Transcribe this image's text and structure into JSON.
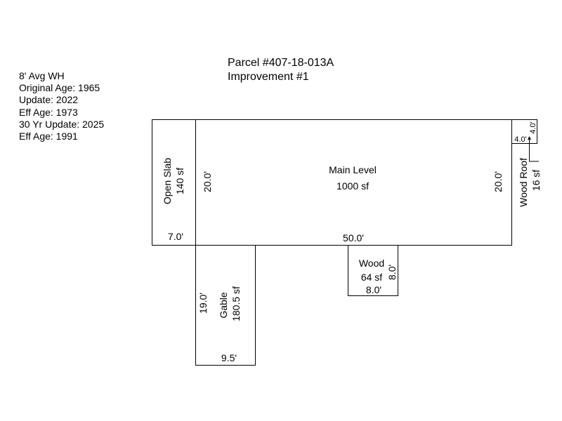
{
  "header": {
    "parcel": "Parcel #407-18-013A",
    "improvement": "Improvement #1"
  },
  "info_lines": [
    "8' Avg WH",
    "Original Age: 1965",
    "Update: 2022",
    "Eff Age: 1973",
    "30 Yr Update: 2025",
    "Eff Age: 1991"
  ],
  "areas": {
    "main_level": {
      "name": "Main Level",
      "area": "1000 sf",
      "width": "50.0'",
      "depth_left": "20.0'",
      "depth_right": "20.0'"
    },
    "open_slab": {
      "name": "Open Slab",
      "area": "140 sf",
      "width": "7.0'"
    },
    "wood_roof": {
      "name": "Wood Roof",
      "area": "16 sf",
      "width": "4.0'",
      "depth": "4.0'"
    },
    "gable": {
      "name": "Gable",
      "area": "180.5 sf",
      "depth": "19.0'",
      "width": "9.5'"
    },
    "wood": {
      "name": "Wood",
      "area": "64 sf",
      "depth": "8.0'",
      "width": "8.0'"
    }
  }
}
